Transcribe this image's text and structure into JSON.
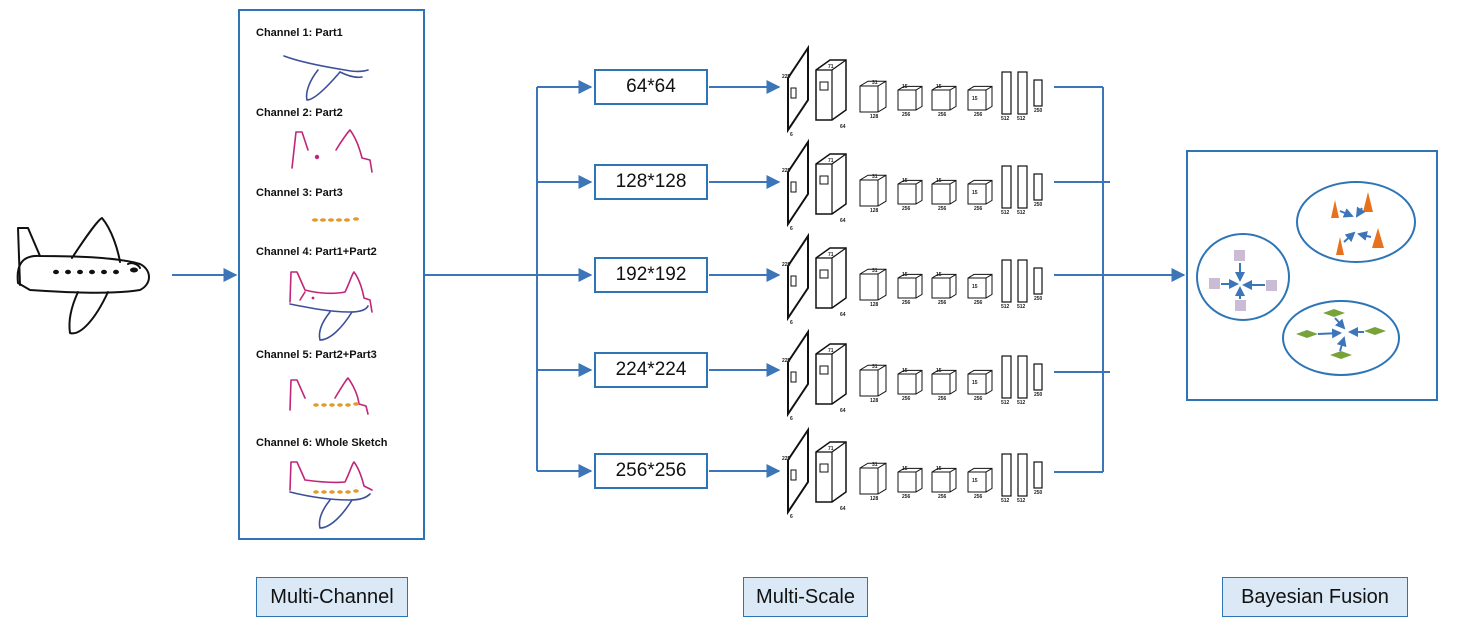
{
  "channels": [
    "Channel 1:  Part1",
    "Channel 2:  Part2",
    "Channel 3:  Part3",
    "Channel 4:  Part1+Part2",
    "Channel 5:  Part2+Part3",
    "Channel 6:  Whole Sketch"
  ],
  "scales": [
    "64*64",
    "128*128",
    "192*192",
    "224*224",
    "256*256"
  ],
  "captions": {
    "multi_channel": "Multi-Channel",
    "multi_scale": "Multi-Scale",
    "bayesian_fusion": "Bayesian Fusion"
  },
  "cnn_labels": {
    "in": "225",
    "c1": "71",
    "c2": "31",
    "c3": "15",
    "c4": "15",
    "c5": "15",
    "f1": "512",
    "f2": "512",
    "f3": "250",
    "d1": "64",
    "d2": "128",
    "d3": "256",
    "d4": "256",
    "d5": "256",
    "n0": "6"
  },
  "colors": {
    "accent": "#2e75b6",
    "part1": "#3b4f9a",
    "part2": "#c0267a",
    "part3": "#e29a2c",
    "caption_bg": "#dbe8f6",
    "cone": "#e8711d",
    "square": "#cbbcd6",
    "diamond": "#77a33a"
  }
}
